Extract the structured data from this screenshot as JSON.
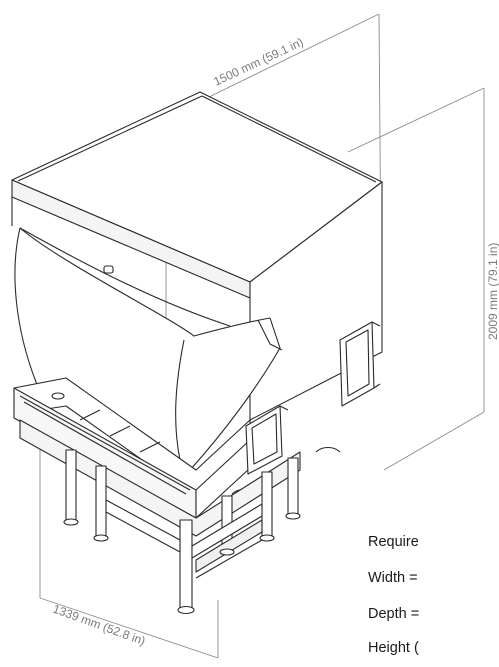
{
  "dimensions": {
    "depth_label": "1500 mm (59.1 in)",
    "height_label": "2009 mm (79.1 in)",
    "width_label": "1339 mm (52.8 in)"
  },
  "requirements": {
    "line1": "Require",
    "line2": "Width =",
    "line3": "Depth =",
    "line4": "Height ("
  }
}
